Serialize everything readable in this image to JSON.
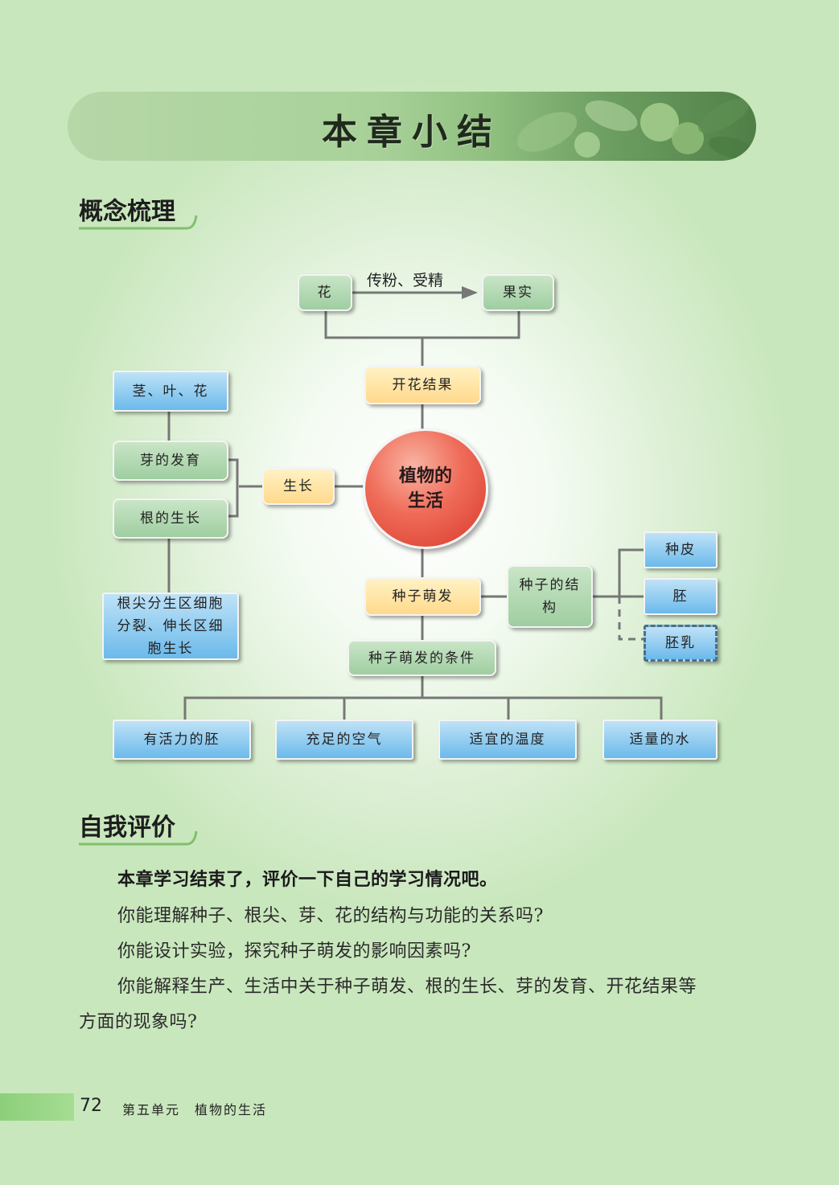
{
  "banner": {
    "title": "本章小结"
  },
  "sections": {
    "concept": "概念梳理",
    "self_eval": "自我评价"
  },
  "diagram": {
    "center": "植物的\n生活",
    "flower": "花",
    "fruit": "果实",
    "pollination_label": "传粉、受精",
    "flowering_fruiting": "开花结果",
    "growth": "生长",
    "stem_leaf_flower": "茎、叶、花",
    "bud_development": "芽的发育",
    "root_growth": "根的生长",
    "root_tip": "根尖分生区细胞分裂、伸长区细胞生长",
    "germination": "种子萌发",
    "seed_structure": "种子的结构",
    "seed_coat": "种皮",
    "embryo": "胚",
    "endosperm": "胚乳",
    "germination_conditions": "种子萌发的条件",
    "viable_embryo": "有活力的胚",
    "enough_air": "充足的空气",
    "suitable_temp": "适宜的温度",
    "proper_water": "适量的水"
  },
  "self_eval_text": {
    "intro": "本章学习结束了，评价一下自己的学习情况吧。",
    "q1": "你能理解种子、根尖、芽、花的结构与功能的关系吗?",
    "q2": "你能设计实验，探究种子萌发的影响因素吗?",
    "q3_line1": "你能解释生产、生活中关于种子萌发、根的生长、芽的发育、开花结果等",
    "q3_line2": "方面的现象吗?"
  },
  "footer": {
    "page_number": "72",
    "unit_text": "第五单元　植物的生活"
  },
  "colors": {
    "green_node": "#9fcea1",
    "yellow_node": "#ffd98c",
    "blue_node": "#6bbaeb",
    "center_node": "#e0493a"
  }
}
